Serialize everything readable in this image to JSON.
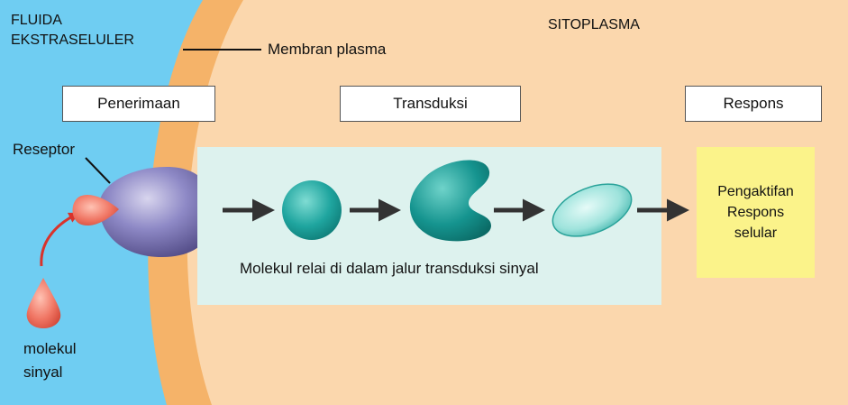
{
  "regions": {
    "extracellular": "FLUIDA\nEKSTRASELULER",
    "cytoplasm": "SITOPLASMA",
    "membrane": "Membran plasma"
  },
  "stages": {
    "reception": "Penerimaan",
    "transduction": "Transduksi",
    "response": "Respons"
  },
  "receptor_label": "Reseptor",
  "signal_molecule_label": "molekul\nsinyal",
  "relay_caption": "Molekul relai di dalam jalur transduksi sinyal",
  "response_text": [
    "Pengaktifan",
    "Respons",
    "selular"
  ],
  "colors": {
    "extracellular": "#6fcdf2",
    "membrane": "#f5b369",
    "cytoplasm": "#fbd7ad",
    "relay_panel": "#ddf2ee",
    "response_box": "#fbf38a",
    "receptor": "#7b75b5",
    "signal": "#ef6f5e",
    "relay": "#1fa59f"
  }
}
